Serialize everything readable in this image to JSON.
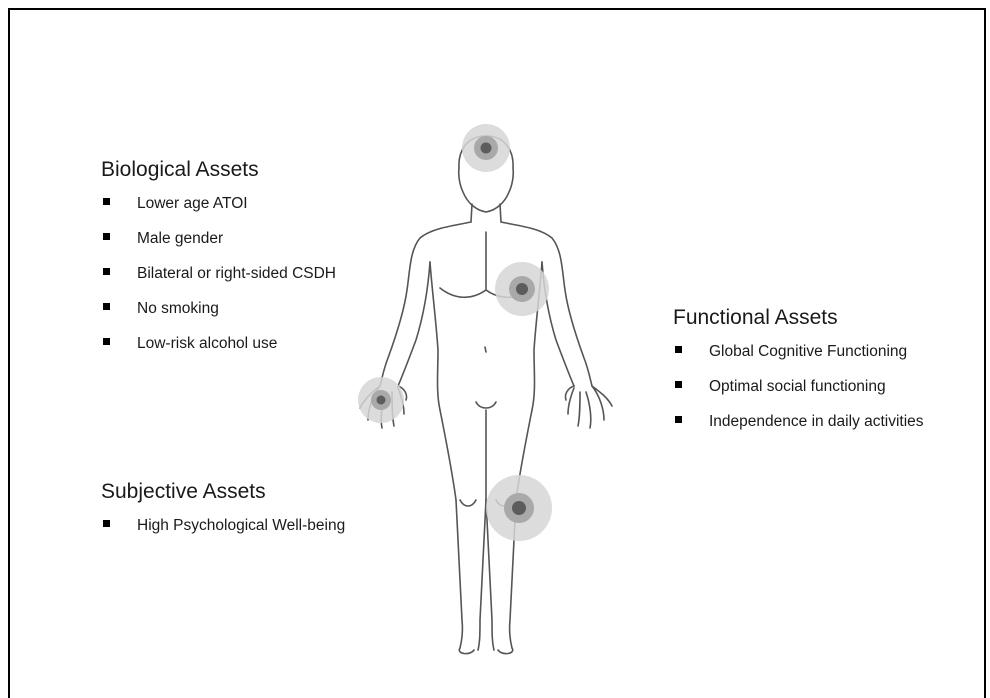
{
  "groups": {
    "biological": {
      "title": "Biological Assets",
      "items": [
        "Lower age ATOI",
        "Male gender",
        "Bilateral or right-sided CSDH",
        "No smoking",
        "Low-risk alcohol use"
      ]
    },
    "subjective": {
      "title": "Subjective Assets",
      "items": [
        "High Psychological Well-being"
      ]
    },
    "functional": {
      "title": "Functional Assets",
      "items": [
        "Global Cognitive Functioning",
        "Optimal social functioning",
        "Independence in daily activities"
      ]
    }
  },
  "figure": {
    "icon": "human-body-outline",
    "marker_colors": {
      "halo": "#d6d6d6",
      "ring": "#a9a9a9",
      "dot": "#5c5c5c"
    },
    "outline_color": "#555555"
  }
}
